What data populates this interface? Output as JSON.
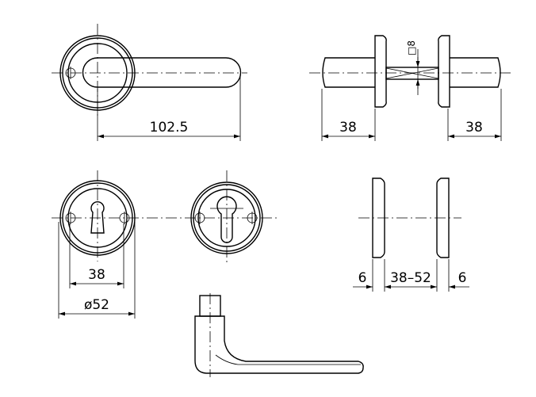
{
  "drawing": {
    "colors": {
      "line": "#000000",
      "background": "#ffffff"
    },
    "dimensions": {
      "lever_length": "102.5",
      "knob_left_length": "38",
      "knob_right_length": "38",
      "spindle_size": "□8",
      "screw_spacing": "38",
      "rose_diameter": "ø52",
      "rose_thickness_left": "6",
      "door_thickness_range": "38–52",
      "rose_thickness_right": "6"
    }
  }
}
